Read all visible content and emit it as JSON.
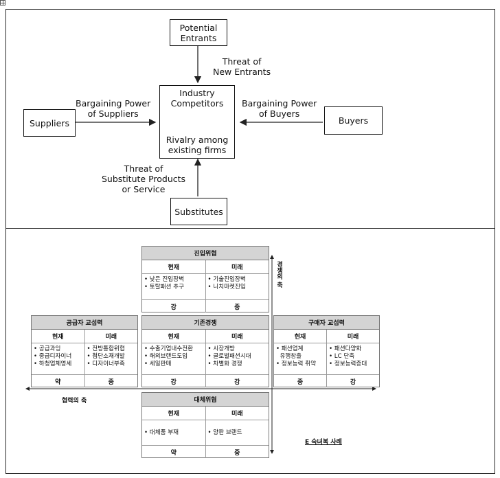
{
  "porter": {
    "potential_entrants": [
      "Potential",
      "Entrants"
    ],
    "threat_new_entrants": [
      "Threat of",
      "New Entrants"
    ],
    "industry": [
      "Industry",
      "Competitors"
    ],
    "rivalry": [
      "Rivalry among",
      "existing firms"
    ],
    "suppliers": "Suppliers",
    "bp_suppliers": [
      "Bargaining Power",
      "of Suppliers"
    ],
    "bp_buyers": [
      "Bargaining Power",
      "of Buyers"
    ],
    "buyers": "Buyers",
    "threat_substitutes": [
      "Threat of",
      "Substitute Products",
      "or Service"
    ],
    "substitutes": "Substitutes"
  },
  "korean": {
    "entry": {
      "title": "진입위협",
      "col1": "현재",
      "col2": "미래",
      "now": "• 낮은 진입장벽\n• 토탈패션 추구",
      "future": "• 기술진입장벽\n• 니치마켓진입",
      "now_level": "강",
      "future_level": "중"
    },
    "supplier": {
      "title": "공급자 교섭력",
      "col1": "현재",
      "col2": "미래",
      "now": "• 공급과잉\n• 중급디자이너\n• 하청업체영세",
      "future": "• 전방통합위협\n• 첨단소재개발\n• 디자이너부족",
      "now_level": "약",
      "future_level": "중"
    },
    "rivalry": {
      "title": "기존경쟁",
      "col1": "현재",
      "col2": "미래",
      "now": "• 수출기업내수전환\n• 해외브랜드도입\n• 세일판매",
      "future": "• 시장개방\n• 글로벌패션시대\n• 차별화 경쟁",
      "now_level": "강",
      "future_level": "강"
    },
    "buyer": {
      "title": "구매자 교섭력",
      "col1": "현재",
      "col2": "미래",
      "now": "• 패션업계\n  유행창출\n• 정보능력 취약",
      "future": "• 패션다양화\n• LC 단축\n• 정보능력증대",
      "now_level": "중",
      "future_level": "강"
    },
    "substitute": {
      "title": "대체위협",
      "col1": "현재",
      "col2": "미래",
      "now": "• 대체품 부재",
      "future": "• 양판 브랜드",
      "now_level": "약",
      "future_level": "중"
    },
    "competition_axis": "경쟁의 축",
    "cooperation_axis": "협력의 축",
    "case_label": "E 숙녀복 사례"
  }
}
